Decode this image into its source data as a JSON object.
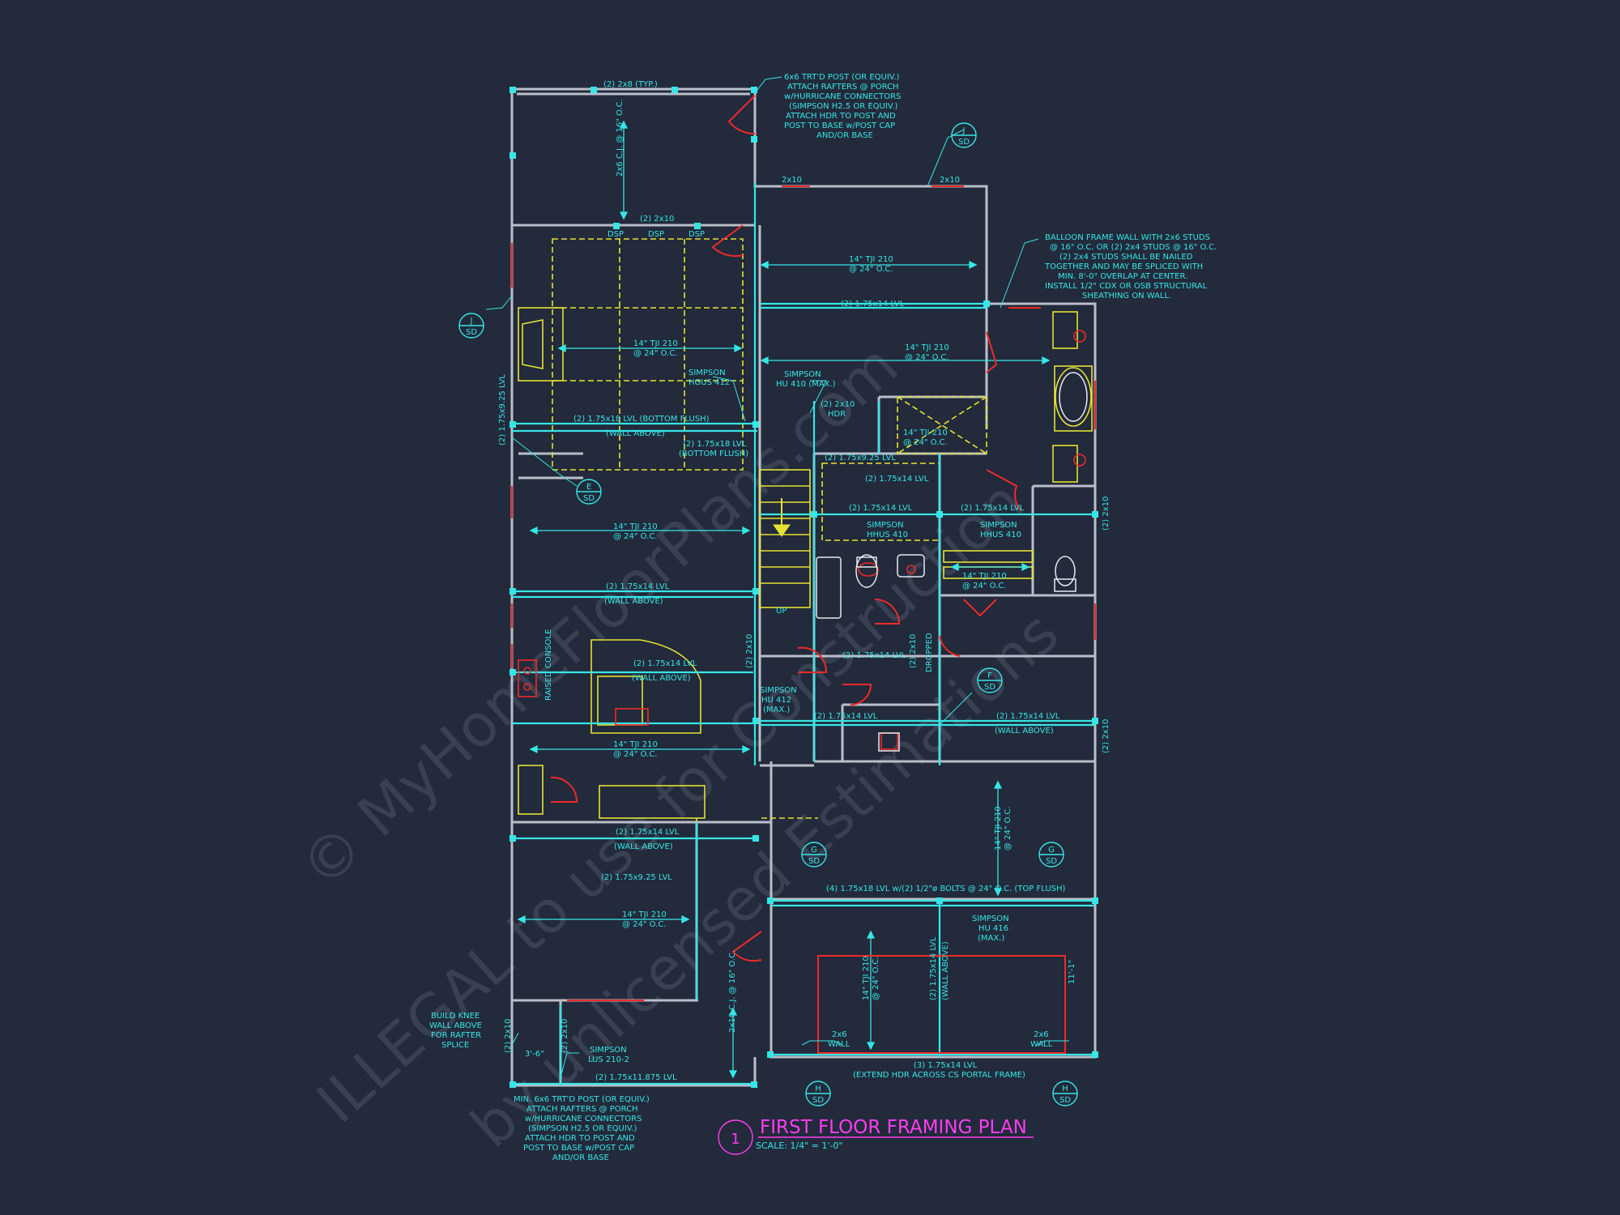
{
  "plan": {
    "title": "FIRST FLOOR FRAMING PLAN",
    "number": "1",
    "scale": "SCALE: 1/4\" = 1'-0\""
  },
  "watermark": {
    "line1": "© MyHomeFloorPlans.com",
    "line2": "ILLEGAL to use for Construction",
    "line3": "by unlicensed Estimations"
  },
  "notes": {
    "porch_top": [
      "6x6 TRT'D POST (OR EQUIV.)",
      "ATTACH RAFTERS @ PORCH",
      "w/HURRICANE CONNECTORS",
      "(SIMPSON H2.5 OR EQUIV.)",
      "ATTACH HDR TO POST AND",
      "POST TO BASE w/POST CAP",
      "AND/OR BASE"
    ],
    "balloon": [
      "BALLOON FRAME WALL WITH 2x6 STUDS",
      "@ 16\" O.C. OR (2) 2x4 STUDS @ 16\" O.C.",
      "(2) 2x4 STUDS SHALL BE NAILED",
      "TOGETHER AND MAY BE SPLICED WITH",
      "MIN. 8'-0\" OVERLAP AT CENTER.",
      "INSTALL 1/2\" CDX OR OSB STRUCTURAL",
      "SHEATHING ON WALL."
    ],
    "knee": [
      "BUILD KNEE",
      "WALL ABOVE",
      "FOR RAFTER",
      "SPLICE"
    ],
    "porch_bottom": [
      "MIN. 6x6 TRT'D POST (OR EQUIV.)",
      "ATTACH RAFTERS @ PORCH",
      "w/HURRICANE CONNECTORS",
      "(SIMPSON H2.5 OR EQUIV.)",
      "ATTACH HDR TO POST AND",
      "POST TO BASE w/POST CAP",
      "AND/OR BASE"
    ]
  },
  "labels": {
    "l01": "(2) 2x8 (TYP.)",
    "l02": "2x6 C.J. @ 16\" O.C.",
    "l03": "(2) 2x10",
    "l04": "DSP",
    "l05": "DSP",
    "l06": "DSP",
    "l07": "2x10",
    "l08": "2x10",
    "l09": "14\" TJI 210",
    "l10": "@ 24\" O.C.",
    "l11": "(2) 1.75x14 LVL",
    "l12": "14\" TJI 210",
    "l13": "@ 24\" O.C.",
    "l14": "14\" TJI 210",
    "l15": "@ 24\" O.C.",
    "l16": "SIMPSON",
    "l17": "HGUS 412",
    "l18": "SIMPSON",
    "l19": "HU 410 (MAX.)",
    "l20": "(2) 2x10",
    "l21": "HDR",
    "l22": "14\" TJI 210",
    "l23": "@ 24\" O.C.",
    "l24": "(2) 1.75x18 LVL (BOTTOM FLUSH)",
    "l25": "(WALL ABOVE)",
    "l26": "(2) 1.75x18 LVL",
    "l27": "(BOTTOM FLUSH)",
    "l28": "(2) 1.75x9.25 LVL",
    "l29": "(2) 1.75x14 LVL",
    "l30": "(2) 1.75x14 LVL",
    "l31": "(2) 1.75x14 LVL",
    "l32": "SIMPSON",
    "l33": "HHUS 410",
    "l34": "SIMPSON",
    "l35": "HHUS 410",
    "l36": "14\" TJI 210",
    "l37": "@ 24\" O.C.",
    "l38": "14\" TJI 210",
    "l39": "@ 24\" O.C.",
    "l40": "(2) 1.75x14 LVL",
    "l41": "(WALL ABOVE)",
    "l42": "(2) 1.75x14 LVL",
    "l43": "(WALL ABOVE)",
    "l44": "(2) 1.75x14 LVL",
    "l45": "SIMPSON",
    "l46": "HU 412",
    "l47": "(MAX.)",
    "l48": "(2) 1.75x14 LVL",
    "l49": "(2) 1.75x14 LVL",
    "l50": "(WALL ABOVE)",
    "l51": "14\" TJI 210",
    "l52": "@ 24\" O.C.",
    "l53": "(2) 1.75x14 LVL",
    "l54": "(WALL ABOVE)",
    "l55": "(2) 1.75x9.25 LVL",
    "l56": "14\" TJI 210",
    "l57": "@ 24\" O.C.",
    "l58": "(4) 1.75x18 LVL w/(2) 1/2\"ø BOLTS @ 24\" O.C. (TOP FLUSH)",
    "l59": "SIMPSON",
    "l60": "HU 416",
    "l61": "(MAX.)",
    "l62": "2x6",
    "l63": "WALL",
    "l64": "2x6",
    "l65": "WALL",
    "l66": "(3) 1.75x14 LVL",
    "l67": "(EXTEND HDR ACROSS CS PORTAL FRAME)",
    "l68": "3'-6\"",
    "l69": "SIMPSON",
    "l70": "LUS 210-2",
    "l71": "(2) 1.75x11.875 LVL",
    "l72": "(2) 1.75x9.25 LVL",
    "l73": "(2) 2x10",
    "l74": "(2) 2x10",
    "l75": "(2) 2x10",
    "l76": "(2) 2x10",
    "l77": "(2) 2x10",
    "l78": "(2) 2x10",
    "l79": "(2) 1.75x14 LVL",
    "l80": "(WALL ABOVE)",
    "l81": "14\" TJI 210",
    "l82": "@ 24\" O.C.",
    "l83": "14\" TJI 210",
    "l84": "@ 24\" O.C.",
    "l85": "2x10 C.J. @ 16\" O.C.",
    "l86": "11'-1\"",
    "l87": "DROPPED",
    "l88": "RAISED CONSOLE",
    "l89": "UP"
  },
  "sections": {
    "s1": {
      "letter": "J",
      "sheet": "SD"
    },
    "s2": {
      "letter": "J",
      "sheet": "SD"
    },
    "s3": {
      "letter": "E",
      "sheet": "SD"
    },
    "s4": {
      "letter": "F",
      "sheet": "SD"
    },
    "s5": {
      "letter": "G",
      "sheet": "SD"
    },
    "s6": {
      "letter": "G",
      "sheet": "SD"
    },
    "s7": {
      "letter": "H",
      "sheet": "SD"
    },
    "s8": {
      "letter": "H",
      "sheet": "SD"
    }
  },
  "colors": {
    "background": "#222a3b",
    "wall": "#b9bec8",
    "beam": "#36e6e6",
    "joist": "#e6e232",
    "red": "#ee2a2a",
    "title": "#ff3df2",
    "watermark": "#4a5366"
  }
}
